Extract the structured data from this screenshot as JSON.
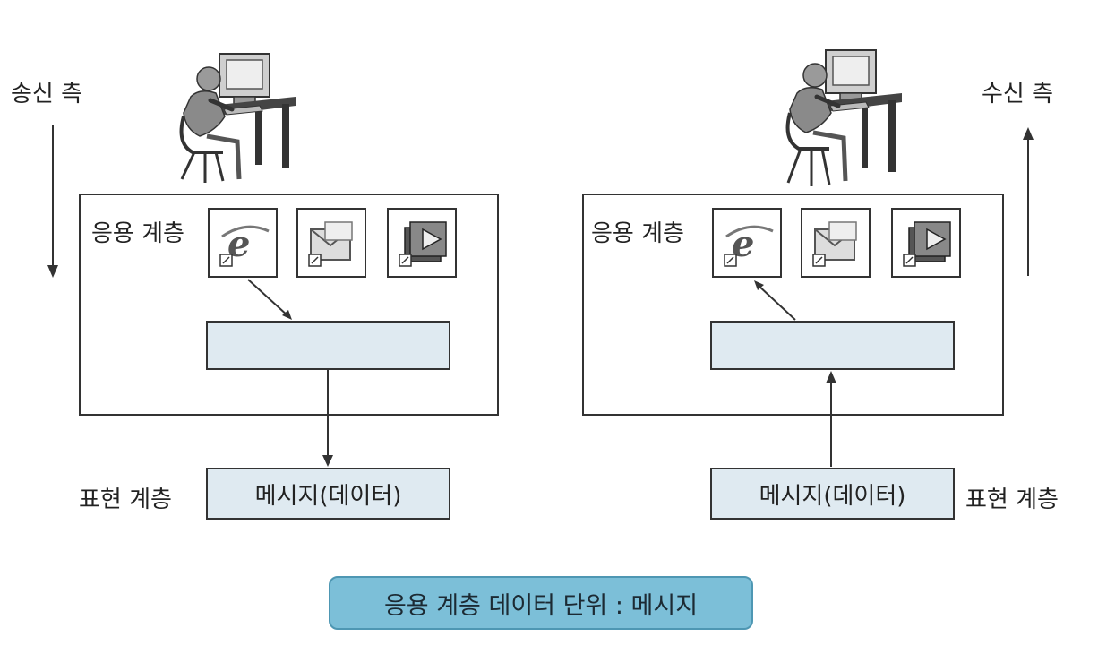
{
  "sender": {
    "side_label": "송신 측",
    "app_layer_label": "응용 계층",
    "presentation_layer_label": "표현 계층",
    "message_label": "메시지(데이터)",
    "icons": [
      "internet-explorer-icon",
      "mail-client-icon",
      "media-player-icon"
    ]
  },
  "receiver": {
    "side_label": "수신 측",
    "app_layer_label": "응용 계층",
    "presentation_layer_label": "표현 계층",
    "message_label": "메시지(데이터)",
    "icons": [
      "internet-explorer-icon",
      "mail-client-icon",
      "media-player-icon"
    ]
  },
  "caption": "응용 계층 데이터 단위 : 메시지",
  "colors": {
    "bar_fill": "#dfeaf1",
    "caption_fill": "#7cbfd8",
    "line": "#333333"
  }
}
